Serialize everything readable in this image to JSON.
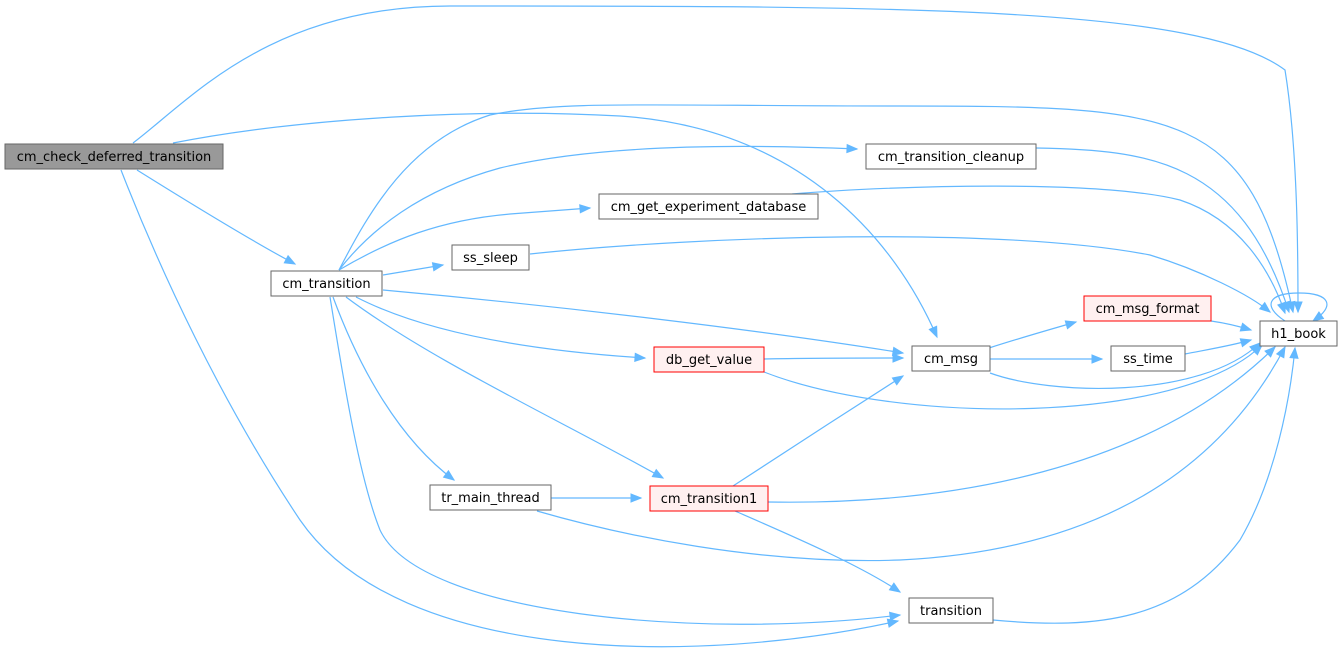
{
  "colors": {
    "edge": "#63b8ff",
    "root_fill": "#999999",
    "root_stroke": "#666666",
    "node_fill": "#ffffff",
    "node_stroke": "#666666",
    "truncated_fill": "#fff0f0",
    "truncated_stroke": "#ff0000"
  },
  "nodes": {
    "cm_check_deferred_transition": {
      "label": "cm_check_deferred_transition",
      "style": "root"
    },
    "cm_transition": {
      "label": "cm_transition",
      "style": "normal"
    },
    "cm_transition_cleanup": {
      "label": "cm_transition_cleanup",
      "style": "normal"
    },
    "cm_get_experiment_database": {
      "label": "cm_get_experiment_database",
      "style": "normal"
    },
    "ss_sleep": {
      "label": "ss_sleep",
      "style": "normal"
    },
    "cm_msg_format": {
      "label": "cm_msg_format",
      "style": "truncated"
    },
    "db_get_value": {
      "label": "db_get_value",
      "style": "truncated"
    },
    "cm_msg": {
      "label": "cm_msg",
      "style": "normal"
    },
    "ss_time": {
      "label": "ss_time",
      "style": "normal"
    },
    "h1_book": {
      "label": "h1_book",
      "style": "normal"
    },
    "tr_main_thread": {
      "label": "tr_main_thread",
      "style": "normal"
    },
    "cm_transition1": {
      "label": "cm_transition1",
      "style": "truncated"
    },
    "transition": {
      "label": "transition",
      "style": "normal"
    }
  },
  "edges": [
    [
      "cm_check_deferred_transition",
      "h1_book"
    ],
    [
      "cm_check_deferred_transition",
      "cm_msg"
    ],
    [
      "cm_check_deferred_transition",
      "cm_transition"
    ],
    [
      "cm_check_deferred_transition",
      "transition"
    ],
    [
      "cm_transition",
      "h1_book"
    ],
    [
      "cm_transition",
      "cm_transition_cleanup"
    ],
    [
      "cm_transition",
      "cm_get_experiment_database"
    ],
    [
      "cm_transition",
      "ss_sleep"
    ],
    [
      "cm_transition",
      "cm_msg"
    ],
    [
      "cm_transition",
      "db_get_value"
    ],
    [
      "cm_transition",
      "cm_transition1"
    ],
    [
      "cm_transition",
      "tr_main_thread"
    ],
    [
      "cm_transition",
      "transition"
    ],
    [
      "cm_transition_cleanup",
      "h1_book"
    ],
    [
      "cm_get_experiment_database",
      "h1_book"
    ],
    [
      "ss_sleep",
      "h1_book"
    ],
    [
      "cm_msg",
      "cm_msg_format"
    ],
    [
      "cm_msg",
      "ss_time"
    ],
    [
      "cm_msg",
      "h1_book"
    ],
    [
      "cm_msg_format",
      "h1_book"
    ],
    [
      "ss_time",
      "h1_book"
    ],
    [
      "db_get_value",
      "cm_msg"
    ],
    [
      "db_get_value",
      "h1_book"
    ],
    [
      "h1_book",
      "h1_book"
    ],
    [
      "tr_main_thread",
      "cm_transition1"
    ],
    [
      "tr_main_thread",
      "h1_book"
    ],
    [
      "cm_transition1",
      "cm_msg"
    ],
    [
      "cm_transition1",
      "h1_book"
    ],
    [
      "cm_transition1",
      "transition"
    ],
    [
      "transition",
      "h1_book"
    ]
  ]
}
